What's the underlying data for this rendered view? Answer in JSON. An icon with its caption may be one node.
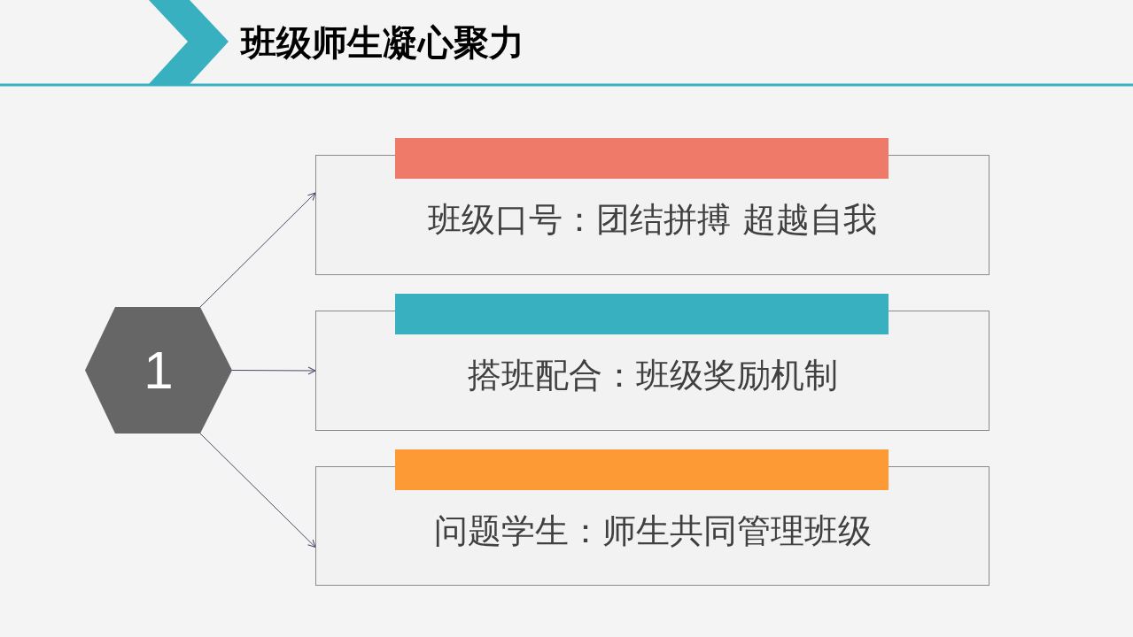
{
  "diagram": {
    "title": "班级师生凝心聚力",
    "nodes": [
      {
        "text": [
          "1"
        ]
      },
      {
        "text": [
          "班级口号：团结拼搏 超越自我"
        ]
      },
      {
        "text": [
          "搭班配合：班级奖励机制"
        ]
      },
      {
        "text": [
          "问题学生：师生共同管理班级"
        ]
      }
    ],
    "edges": [
      {
        "from": 0,
        "to": 1,
        "arrow": "to"
      },
      {
        "from": 0,
        "to": 2,
        "arrow": "to"
      },
      {
        "from": 0,
        "to": 3,
        "arrow": "to"
      }
    ]
  }
}
